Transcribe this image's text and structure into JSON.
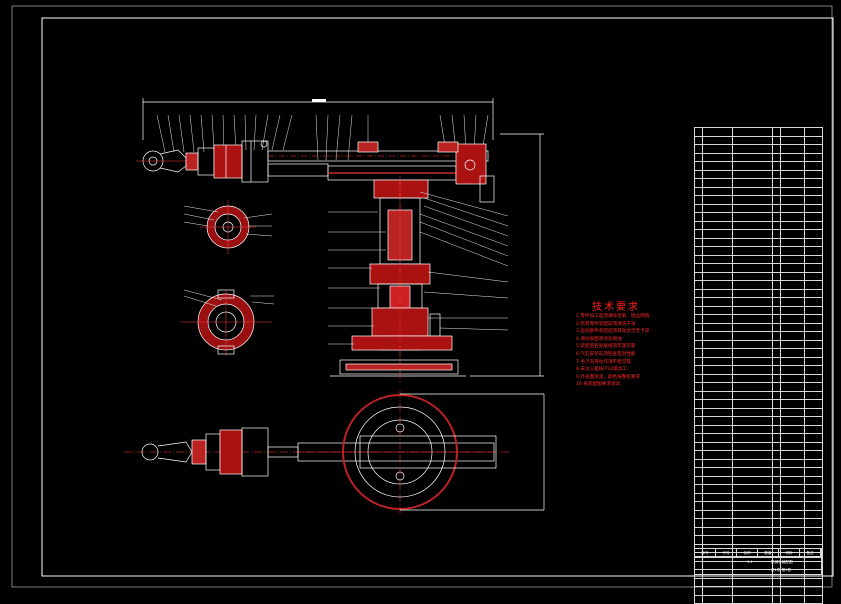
{
  "sheet": {
    "background": "#000000",
    "line_color": "#ffffff",
    "accent_red": "#ff2020",
    "centerline_color": "#ff3b3b"
  },
  "technical_requirements": {
    "title": "技术要求",
    "notes": [
      "1.零件加工后须清除毛刺、锐边倒钝",
      "2.所有零件装配前须清洗干净",
      "3.运动部件装配后须转动灵活无卡滞",
      "4.滑动表面须涂润滑油",
      "5.装配后各处联接须牢固可靠",
      "6.气缸安装前须检查密封性能",
      "7.手爪夹持动作须平稳可靠",
      "8.未注公差按IT12级加工",
      "9.外表面涂漆，颜色按整机要求",
      "10.按装配图要求调试"
    ]
  },
  "bom": {
    "header": [
      "序号",
      "代号",
      "名称",
      "数量",
      "材料",
      "备注"
    ],
    "row_count": 56,
    "title_block": {
      "drawing_name": "机械手装配图",
      "scale": "1:1",
      "sheet": "共1张 第1张"
    }
  }
}
